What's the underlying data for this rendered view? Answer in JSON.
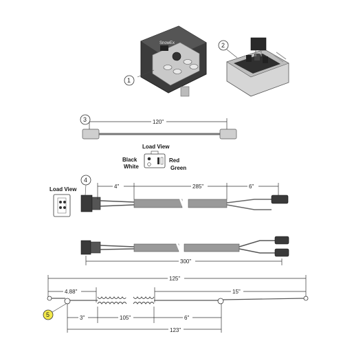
{
  "callouts": [
    "1",
    "2",
    "3",
    "4",
    "5"
  ],
  "remote": {
    "brand": "SnowEx"
  },
  "cable3": {
    "length": "120\"",
    "load_view_title": "Load View",
    "pins": {
      "black": "Black",
      "white": "White",
      "red": "Red",
      "green": "Green"
    }
  },
  "cable4": {
    "load_view_title": "Load View",
    "dim_left": "4\"",
    "dim_mid": "285\"",
    "dim_right": "6\""
  },
  "cable_y": {
    "length": "300\""
  },
  "cable5": {
    "overall": "125\"",
    "a": "4.88\"",
    "b": "15\"",
    "c": "3\"",
    "d": "105\"",
    "e": "6\"",
    "f": "123\""
  },
  "colors": {
    "highlight": "#f2e84a",
    "cable": "#8a8a8a",
    "body": "#3a3a3a"
  }
}
